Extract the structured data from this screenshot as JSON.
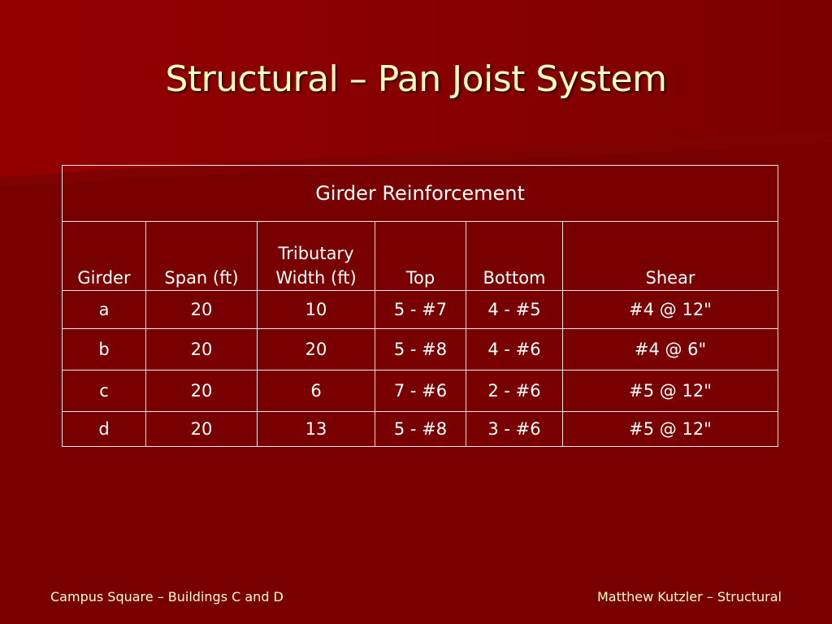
{
  "slide": {
    "title": "Structural – Pan Joist System"
  },
  "table": {
    "caption": "Girder Reinforcement",
    "headers": {
      "girder": "Girder",
      "span": "Span (ft)",
      "tributary_line1": "Tributary",
      "tributary_line2": "Width (ft)",
      "top": "Top",
      "bottom": "Bottom",
      "shear": "Shear"
    },
    "rows": [
      {
        "girder": "a",
        "span": "20",
        "tributary": "10",
        "top": "5 - #7",
        "bottom": "4 - #5",
        "shear": "#4 @ 12\""
      },
      {
        "girder": "b",
        "span": "20",
        "tributary": "20",
        "top": "5 - #8",
        "bottom": "4 - #6",
        "shear": "#4 @ 6\""
      },
      {
        "girder": "c",
        "span": "20",
        "tributary": "6",
        "top": "7 - #6",
        "bottom": "2 - #6",
        "shear": "#5 @ 12\""
      },
      {
        "girder": "d",
        "span": "20",
        "tributary": "13",
        "top": "5 - #8",
        "bottom": "3 - #6",
        "shear": "#5 @ 12\""
      }
    ]
  },
  "footer": {
    "left": "Campus Square – Buildings C and D",
    "right": "Matthew Kutzler – Structural"
  },
  "colors": {
    "background": "#7a0000",
    "title_text": "#ffffc0",
    "table_text": "#ffffff",
    "table_border": "#f0e6e6"
  }
}
